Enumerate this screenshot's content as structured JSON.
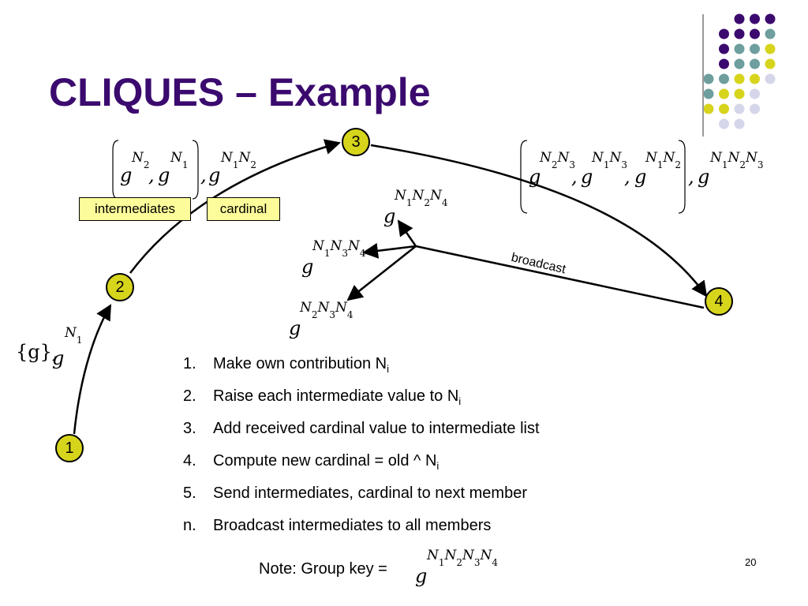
{
  "title": "CLIQUES – Example",
  "nodes": {
    "n1": "1",
    "n2": "2",
    "n3": "3",
    "n4": "4"
  },
  "labels": {
    "intermediates": "intermediates",
    "cardinal": "cardinal",
    "broadcast": "broadcast"
  },
  "steps": [
    {
      "num": "1.",
      "text": "Make own contribution N",
      "sub": "i"
    },
    {
      "num": "2.",
      "text": "Raise each intermediate value to N",
      "sub": "i"
    },
    {
      "num": "3.",
      "text": "Add received cardinal value to intermediate list",
      "sub": ""
    },
    {
      "num": "4.",
      "text": "Compute new cardinal = old ^ N",
      "sub": "i"
    },
    {
      "num": "5.",
      "text": "Send intermediates, cardinal to next member",
      "sub": ""
    },
    {
      "num": "n.",
      "text": "Broadcast intermediates to all members",
      "sub": ""
    }
  ],
  "note": "Note: Group key =",
  "page_number": "20",
  "math": {
    "g": "g",
    "comma": ",",
    "node1_set": "{g}",
    "node1_exp": [
      "N",
      "1"
    ],
    "node3_set_exps": [
      [
        "N",
        "2"
      ],
      [
        "N",
        "1"
      ]
    ],
    "node3_cardinal_exp": [
      [
        "N",
        "1"
      ],
      [
        "N",
        "2"
      ]
    ],
    "node4_set_exps": [
      [
        [
          "N",
          "2"
        ],
        [
          "N",
          "3"
        ]
      ],
      [
        [
          "N",
          "1"
        ],
        [
          "N",
          "3"
        ]
      ],
      [
        [
          "N",
          "1"
        ],
        [
          "N",
          "2"
        ]
      ]
    ],
    "node4_cardinal_exp": [
      [
        "N",
        "1"
      ],
      [
        "N",
        "2"
      ],
      [
        "N",
        "3"
      ]
    ],
    "broadcast_exps": [
      [
        [
          "N",
          "1"
        ],
        [
          "N",
          "2"
        ],
        [
          "N",
          "4"
        ]
      ],
      [
        [
          "N",
          "1"
        ],
        [
          "N",
          "3"
        ],
        [
          "N",
          "4"
        ]
      ],
      [
        [
          "N",
          "2"
        ],
        [
          "N",
          "3"
        ],
        [
          "N",
          "4"
        ]
      ]
    ],
    "group_key_exp": [
      [
        "N",
        "1"
      ],
      [
        "N",
        "2"
      ],
      [
        "N",
        "3"
      ],
      [
        "N",
        "4"
      ]
    ]
  },
  "colors": {
    "title": "#3b0a6e",
    "node_fill": "#d7d41c",
    "label_box": "#fdfc9a",
    "dot_purple": "#3b0a6e",
    "dot_teal": "#6e9e9e",
    "dot_yellow": "#d7d41c",
    "dot_lavender": "#d6d6ea"
  }
}
